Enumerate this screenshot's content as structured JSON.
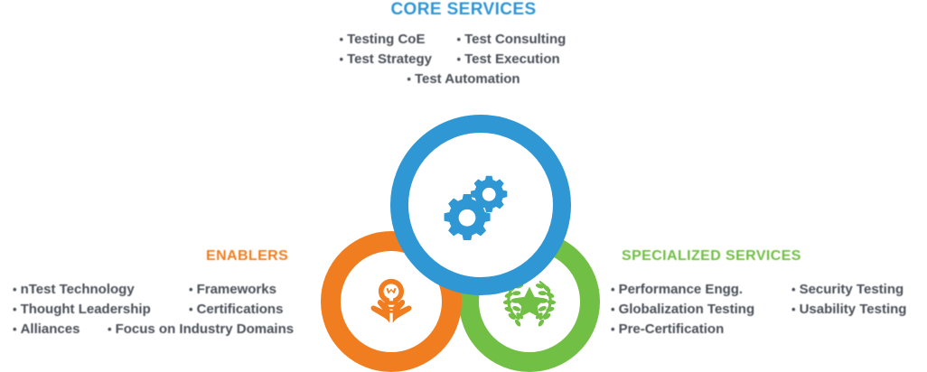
{
  "core": {
    "heading": "CORE SERVICES",
    "items_left": [
      "Testing CoE",
      "Test Strategy"
    ],
    "items_right": [
      "Test Consulting",
      "Test Execution"
    ],
    "item_center": "Test Automation"
  },
  "enablers": {
    "heading": "ENABLERS",
    "row1_left": "nTest Technology",
    "row1_right": "Frameworks",
    "row2_left": "Thought Leadership",
    "row2_right": "Certifications",
    "row3_left": "Alliances",
    "row3_right": "Focus on Industry Domains"
  },
  "specialized": {
    "heading": "SPECIALIZED SERVICES",
    "row1_left": "Performance Engg.",
    "row1_right": "Security Testing",
    "row2_left": "Globalization Testing",
    "row2_right": "Usability Testing",
    "row3_left": "Pre-Certification"
  },
  "icons": {
    "core": "gears-icon",
    "enablers": "hands-lightbulb-icon",
    "specialized": "laurel-star-icon"
  },
  "colors": {
    "blue": "#2e97d4",
    "orange": "#f07e20",
    "green": "#71bf44",
    "text": "#4a4f58"
  }
}
